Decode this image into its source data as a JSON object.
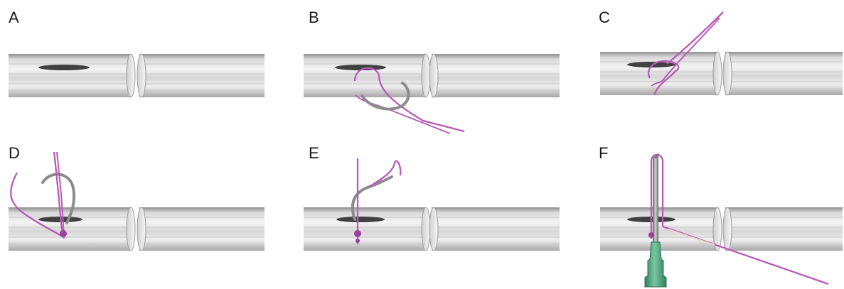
{
  "figure": {
    "panels": [
      {
        "id": "A",
        "label": "A"
      },
      {
        "id": "B",
        "label": "B"
      },
      {
        "id": "C",
        "label": "C"
      },
      {
        "id": "D",
        "label": "D"
      },
      {
        "id": "E",
        "label": "E"
      },
      {
        "id": "F",
        "label": "F"
      }
    ],
    "colors": {
      "suture": "#b85ab8",
      "suture_highlight": "#e7a7e7",
      "needle": "#8c8c8c",
      "tendon_light": "#f3f3f3",
      "tendon_dark": "#a9a9a9",
      "hub": "#4fa77f"
    }
  }
}
